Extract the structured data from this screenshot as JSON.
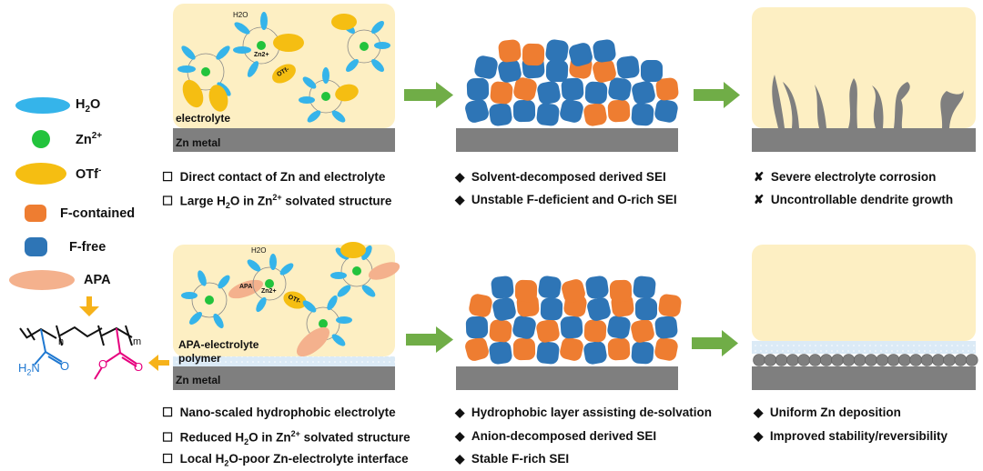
{
  "legend": {
    "water": "H",
    "water_sub": "2",
    "water_end": "O",
    "zinc": "Zn",
    "zinc_sup": "2+",
    "otf": "OTf",
    "otf_sup": "-",
    "f_contained": "F-contained",
    "f_free": "F-free",
    "apa": "APA"
  },
  "polymer": {
    "sub_n": "n",
    "sub_m": "m",
    "amide": "H",
    "amide_sub": "2",
    "amide_end": "N",
    "carbonyl_o1": "O",
    "carbonyl_o2": "O",
    "ester_o": "O"
  },
  "top_panel": {
    "h2o_label": "H2O",
    "zn_label": "Zn2+",
    "otf_label": "OTf-",
    "electrolyte_label": "electrolyte",
    "metal_label": "Zn metal"
  },
  "bottom_panel": {
    "h2o_label": "H2O",
    "apa_label": "APA",
    "zn_label": "Zn2+",
    "otf_label": "OTf-",
    "apa_electrolyte_label": "APA-electrolyte",
    "polymer_label": "polymer",
    "metal_label": "Zn metal"
  },
  "top_captions": {
    "col1": [
      {
        "pre": "Direct contact of Zn and electrolyte"
      },
      {
        "pre": "Large H",
        "sub": "2",
        "mid": "O in Zn",
        "sup": "2+",
        "post": " solvated structure"
      }
    ],
    "col2": [
      "Solvent-decomposed derived SEI",
      "Unstable F-deficient and O-rich SEI"
    ],
    "col3": [
      "Severe electrolyte corrosion",
      "Uncontrollable dendrite growth"
    ]
  },
  "bottom_captions": {
    "col1": [
      {
        "pre": "Nano-scaled hydrophobic electrolyte"
      },
      {
        "pre": "Reduced H",
        "sub": "2",
        "mid": "O in Zn",
        "sup": "2+",
        "post": " solvated structure"
      },
      {
        "pre": "Local H",
        "sub": "2",
        "mid": "O-poor Zn-electrolyte interface"
      }
    ],
    "col2": [
      "Hydrophobic layer assisting de-solvation",
      "Anion-decomposed derived SEI",
      "Stable F-rich SEI"
    ],
    "col3": [
      "Uniform Zn deposition",
      "Improved stability/reversibility"
    ]
  },
  "colors": {
    "electrolyte_bg": "#fdefc3",
    "metal": "#7f7f7f",
    "water": "#35b4ea",
    "zinc": "#22c33c",
    "otf": "#f5be12",
    "f_contained": "#ee7d31",
    "f_free": "#2e75b6",
    "apa": "#f4b18d",
    "arrow": "#70ad47",
    "polymer_blue": "#1f78d1",
    "polymer_pink": "#e6007e"
  },
  "icons": [
    "square-bullet-icon",
    "diamond-bullet-icon",
    "cross-bullet-icon",
    "arrow-right-icon",
    "arrow-left-icon",
    "arrow-down-icon"
  ]
}
